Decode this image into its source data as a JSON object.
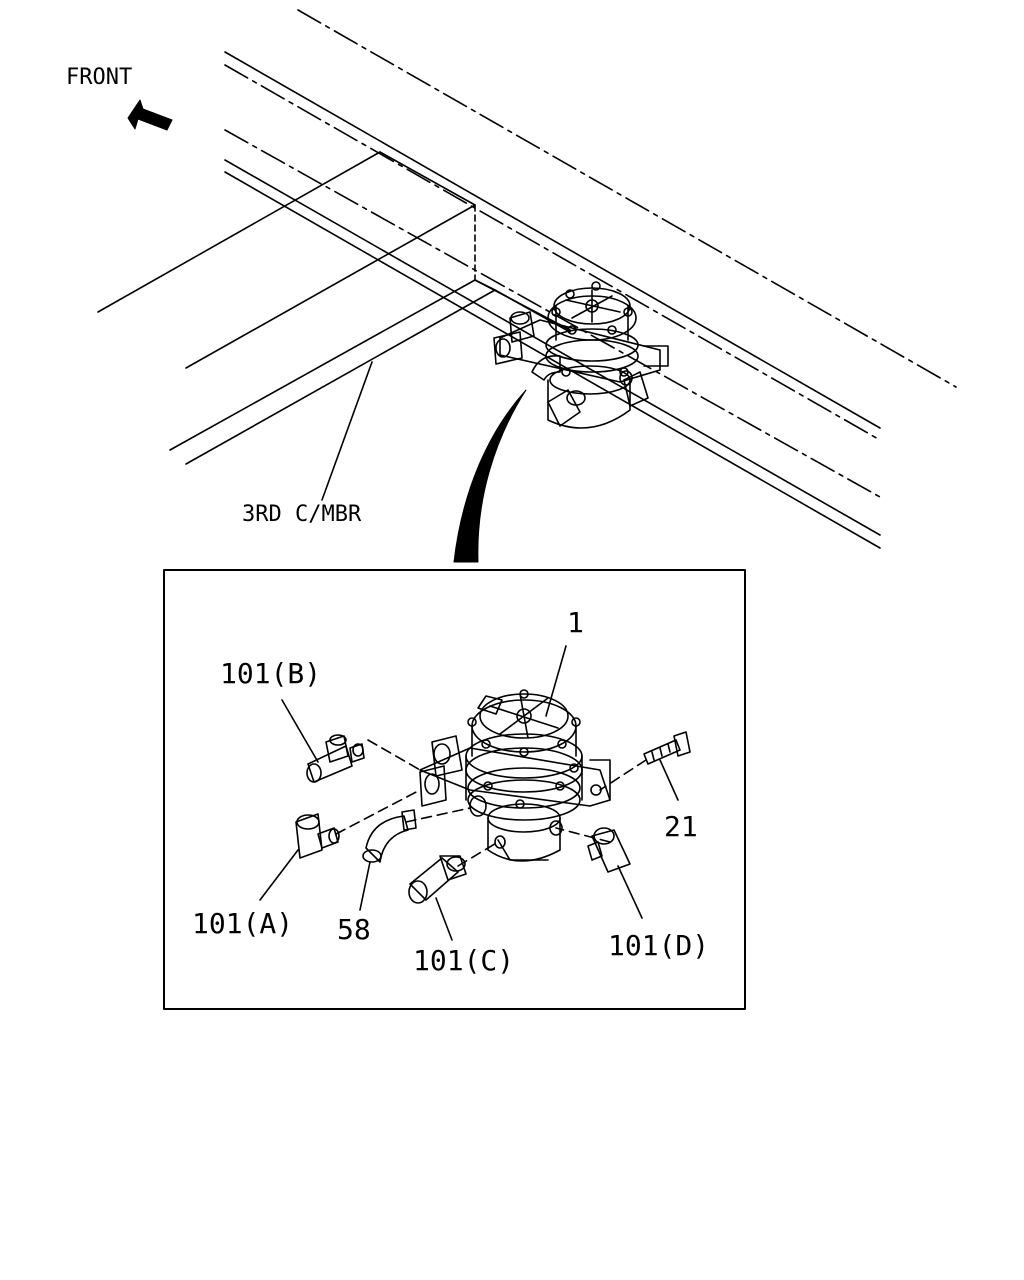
{
  "diagram": {
    "front_label": "FRONT",
    "member_label": "3RD C/MBR",
    "callouts": {
      "p1": "1",
      "p21": "21",
      "p58": "58",
      "p101a": "101(A)",
      "p101b": "101(B)",
      "p101c": "101(C)",
      "p101d": "101(D)"
    }
  }
}
